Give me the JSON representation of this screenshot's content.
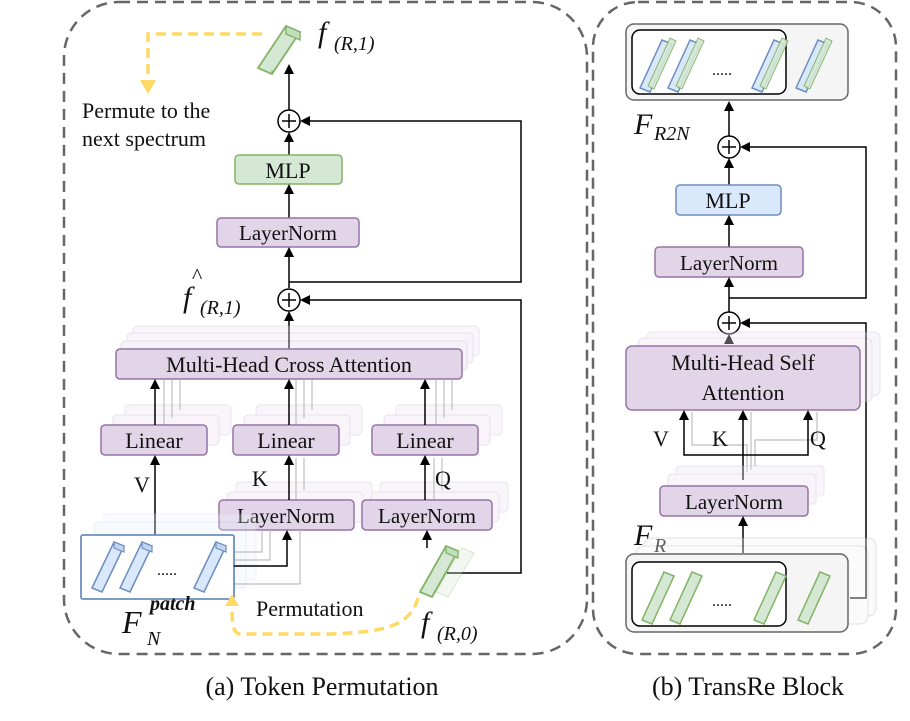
{
  "panel_a": {
    "caption": "(a) Token Permutation",
    "output_symbol": "f",
    "output_subscript": "(R,1)",
    "permute_note_line1": "Permute to the",
    "permute_note_line2": "next spectrum",
    "mlp_label": "MLP",
    "layernorm_top_label": "LayerNorm",
    "intermediate_symbol": "f",
    "intermediate_hat": "^",
    "intermediate_subscript": "(R,1)",
    "cross_attention_label": "Multi-Head Cross Attention",
    "linear_v_label": "Linear",
    "linear_k_label": "Linear",
    "linear_q_label": "Linear",
    "v_label": "V",
    "k_label": "K",
    "q_label": "Q",
    "layernorm_k_label": "LayerNorm",
    "layernorm_q_label": "LayerNorm",
    "patch_dots": ".....",
    "patch_symbol": "F",
    "patch_sub": "N",
    "patch_sup": "patch",
    "permutation_label": "Permutation",
    "input_symbol": "f",
    "input_subscript": "(R,0)"
  },
  "panel_b": {
    "caption": "(b) TransRe Block",
    "output_symbol": "F",
    "output_subscript": "R2N",
    "output_dots": ".....",
    "mlp_label": "MLP",
    "layernorm_top_label": "LayerNorm",
    "self_attention_line1": "Multi-Head Self",
    "self_attention_line2": "Attention",
    "v_label": "V",
    "k_label": "K",
    "q_label": "Q",
    "layernorm_bottom_label": "LayerNorm",
    "input_symbol": "F",
    "input_subscript": "R",
    "input_dots": "....."
  },
  "colors": {
    "purple_fill": "#e1d5e7",
    "purple_stroke": "#9673a6",
    "green_fill": "#d5e8d4",
    "green_stroke": "#82b366",
    "blue_fill": "#dae8fc",
    "blue_stroke": "#6c8ebf",
    "arrow_yellow": "#ffd966",
    "dashed_border": "#666666"
  }
}
